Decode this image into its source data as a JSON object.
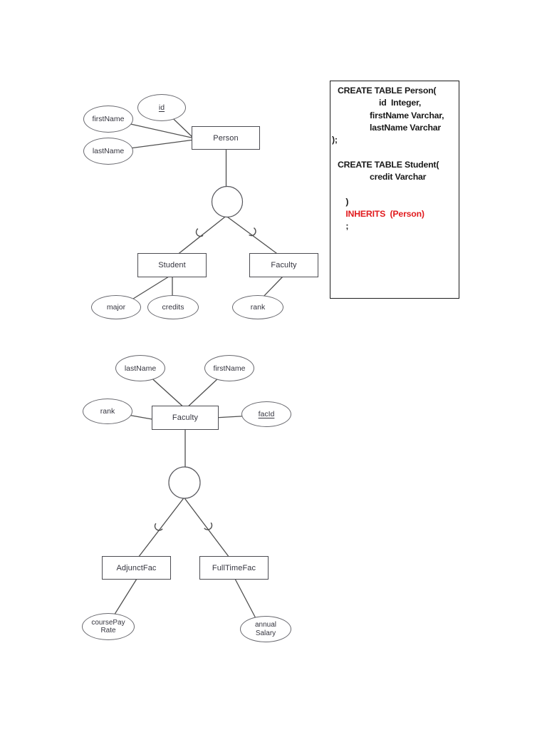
{
  "colors": {
    "inherits_red": "#e11b1e",
    "diagram_line_gray": "#4f4f4f"
  },
  "diagram_top": {
    "entities": {
      "person": "Person",
      "student": "Student",
      "faculty": "Faculty"
    },
    "attributes": {
      "id": "id",
      "first_name": "firstName",
      "last_name": "lastName",
      "major": "major",
      "credits": "credits",
      "rank": "rank"
    }
  },
  "code_box": {
    "lines": [
      "CREATE TABLE Person(",
      "id  Integer,",
      "firstName Varchar,",
      "lastName Varchar",
      ");",
      "",
      "CREATE TABLE Student(",
      "credit Varchar"
    ],
    "last_line": {
      "prefix": ") ",
      "inherits": "INHERITS  (Person)",
      "suffix": ";"
    }
  },
  "diagram_bottom": {
    "entities": {
      "faculty": "Faculty",
      "adjunct_fac": "AdjunctFac",
      "full_time_fac": "FullTimeFac"
    },
    "attributes": {
      "last_name": "lastName",
      "first_name": "firstName",
      "rank": "rank",
      "fac_id": "facId",
      "course_pay_rate": "coursePay\nRate",
      "annual_salary": "annual\nSalary"
    }
  }
}
